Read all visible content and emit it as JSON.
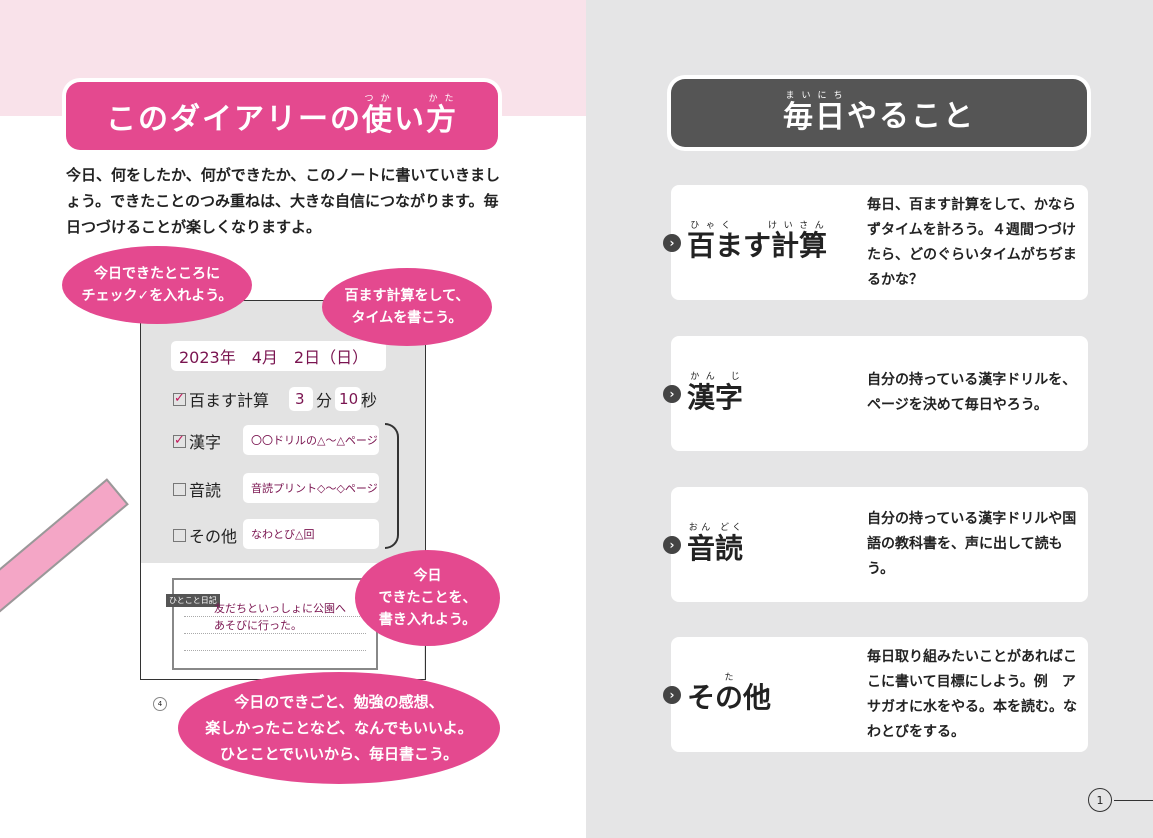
{
  "left": {
    "title": {
      "pre": "このダイアリーの",
      "kanji1": "使",
      "ruby1": "つか",
      "mid": "い",
      "kanji2": "方",
      "ruby2": "かた"
    },
    "intro": "今日、何をしたか、何ができたか、このノートに書いていきましょう。できたことのつみ重ねは、大きな自信につながります。毎日つづけることが楽しくなりますよ。",
    "form": {
      "date": "2023年　4月　2日（日）",
      "hyakumasu": "百ます計算",
      "min": "3",
      "min_unit": "分",
      "sec": "10",
      "sec_unit": "秒",
      "rows": [
        {
          "label": "漢字",
          "value": "〇〇ドリルの△～△ページ",
          "checked": true
        },
        {
          "label": "音読",
          "value": "音読プリント◇～◇ページ",
          "checked": false
        },
        {
          "label": "その他",
          "value": "なわとび△回",
          "checked": false
        }
      ],
      "diary_tag": "ひとこと日記",
      "diary_text": [
        "友だちといっしょに公園へ",
        "あそびに行った。"
      ],
      "page": "4"
    },
    "bubbles": {
      "check": [
        "今日できたところに",
        "チェック✓を入れよう。"
      ],
      "time": [
        "百ます計算をして、",
        "タイムを書こう。"
      ],
      "done": [
        "今日",
        "できたことを、",
        "書き入れよう。"
      ],
      "diary": [
        "今日のできごと、勉強の感想、",
        "楽しかったことなど、なんでもいいよ。",
        "ひとことでいいから、毎日書こう。"
      ]
    }
  },
  "right": {
    "title": {
      "kanji": "毎日",
      "ruby": "まいにち",
      "rest": "やること"
    },
    "cards": [
      {
        "title": "百ます計算",
        "ruby": "ひゃく　　けいさん",
        "desc": "毎日、百ます計算をして、かならずタイムを計ろう。４週間つづけたら、どのぐらいタイムがちぢまるかな？"
      },
      {
        "title": "漢字",
        "ruby": "かん じ",
        "desc": "自分の持っている漢字ドリルを、ページを決めて毎日やろう。"
      },
      {
        "title": "音読",
        "ruby": "おん どく",
        "desc": "自分の持っている漢字ドリルや国語の教科書を、声に出して読もう。"
      },
      {
        "title": "その他",
        "ruby": "た",
        "desc": "毎日取り組みたいことがあればここに書いて目標にしよう。例　アサガオに水をやる。本を読む。なわとびをする。"
      }
    ],
    "page": "1"
  },
  "colors": {
    "accent": "#e4498f",
    "dark": "#555555",
    "handwriting": "#7a1450"
  },
  "icons": {
    "card_arrow": "chevron-right-circle-icon"
  }
}
